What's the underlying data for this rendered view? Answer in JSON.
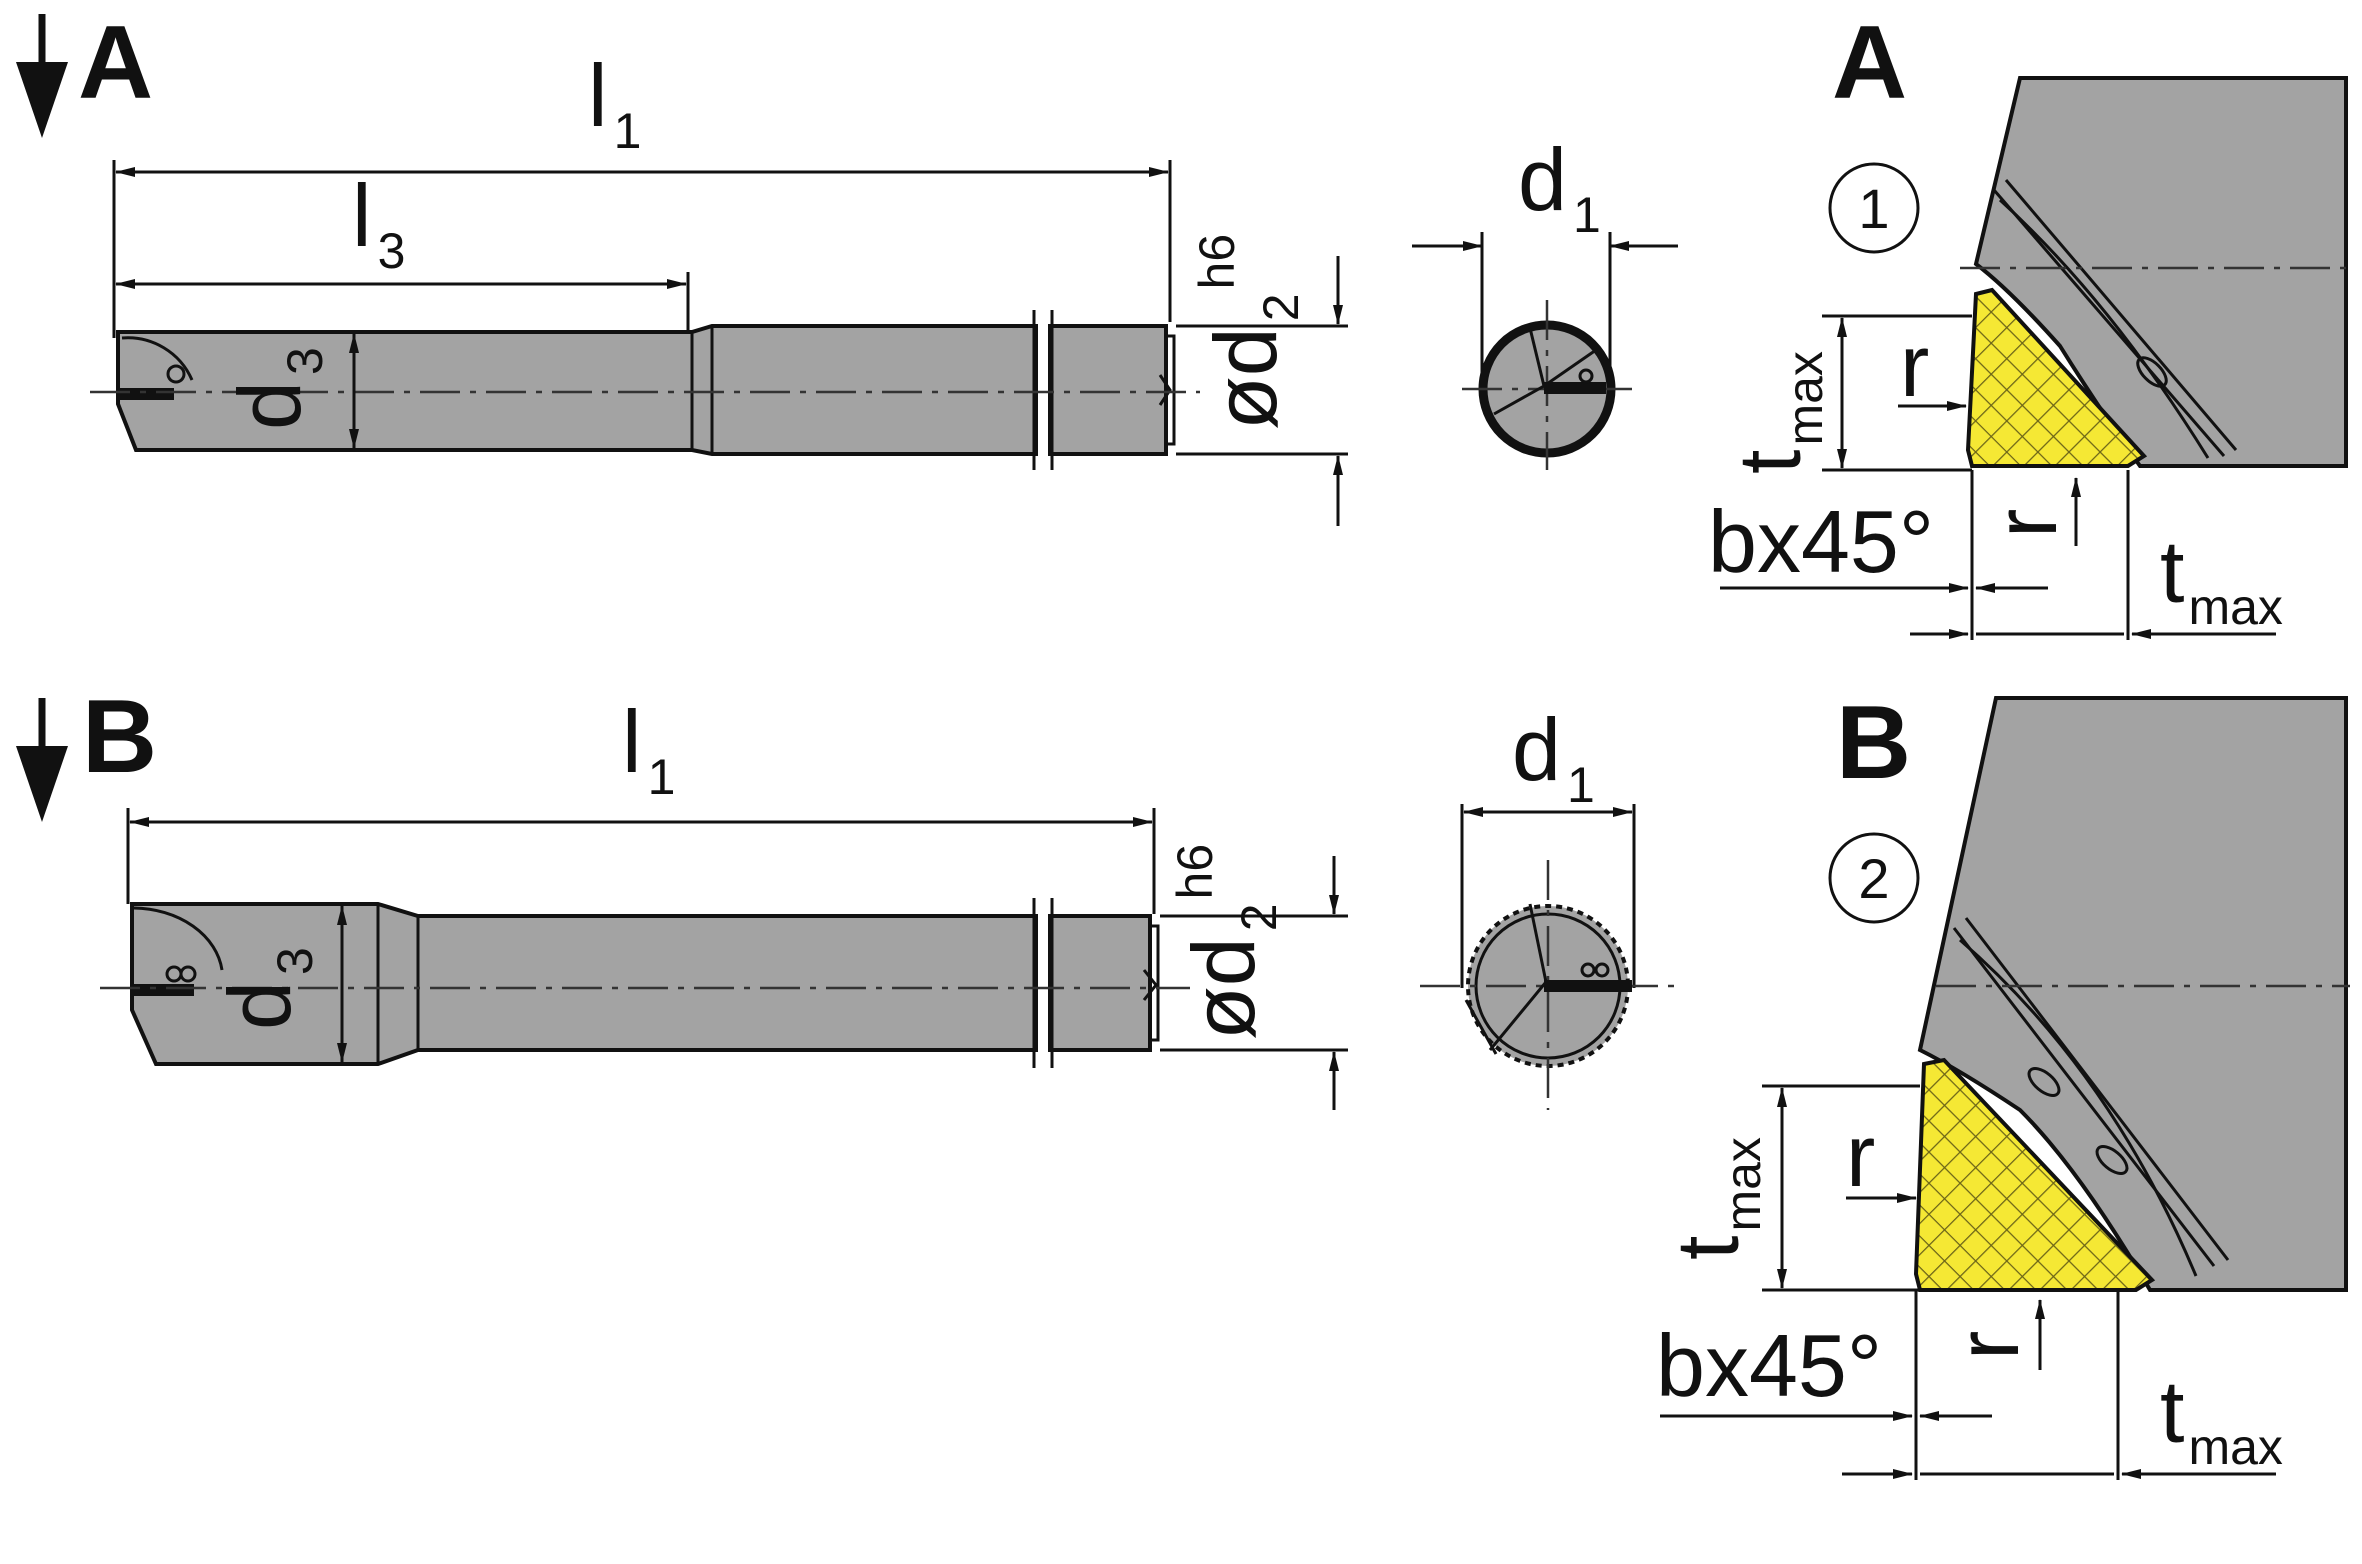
{
  "colors": {
    "body": "#a3a3a3",
    "insert": "#f5e834",
    "outline": "#111111",
    "background": "#ffffff"
  },
  "labels": {
    "l": "l",
    "sub1": "1",
    "sub3": "3",
    "d": "d",
    "od": "ød",
    "sub2": "2",
    "h6": "h6",
    "t": "t",
    "max": "max",
    "r": "r",
    "bx45": "bx45°"
  },
  "variantA": {
    "letter": "A",
    "detail_number": "1"
  },
  "variantB": {
    "letter": "B",
    "detail_number": "2"
  }
}
